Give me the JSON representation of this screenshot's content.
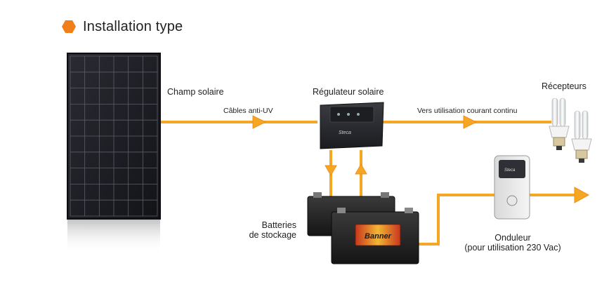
{
  "header": {
    "title": "Installation type"
  },
  "labels": {
    "champ_solaire": "Champ solaire",
    "cables_anti_uv": "Câbles anti-UV",
    "regulateur_solaire": "Régulateur solaire",
    "vers_utilisation": "Vers utilisation courant continu",
    "recepteurs": "Récepteurs",
    "batteries_line1": "Batteries",
    "batteries_line2": "de stockage",
    "onduleur_line1": "Onduleur",
    "onduleur_line2": "(pour utilisation 230 Vac)"
  },
  "device_text": {
    "regulator_brand": "Steca",
    "inverter_brand": "Steca",
    "battery_brand": "Banner"
  },
  "colors": {
    "accent": "#f5a623",
    "hex_icon": "#f07f1a",
    "panel": "#1c1d22",
    "device_dark": "#2a2b30"
  }
}
